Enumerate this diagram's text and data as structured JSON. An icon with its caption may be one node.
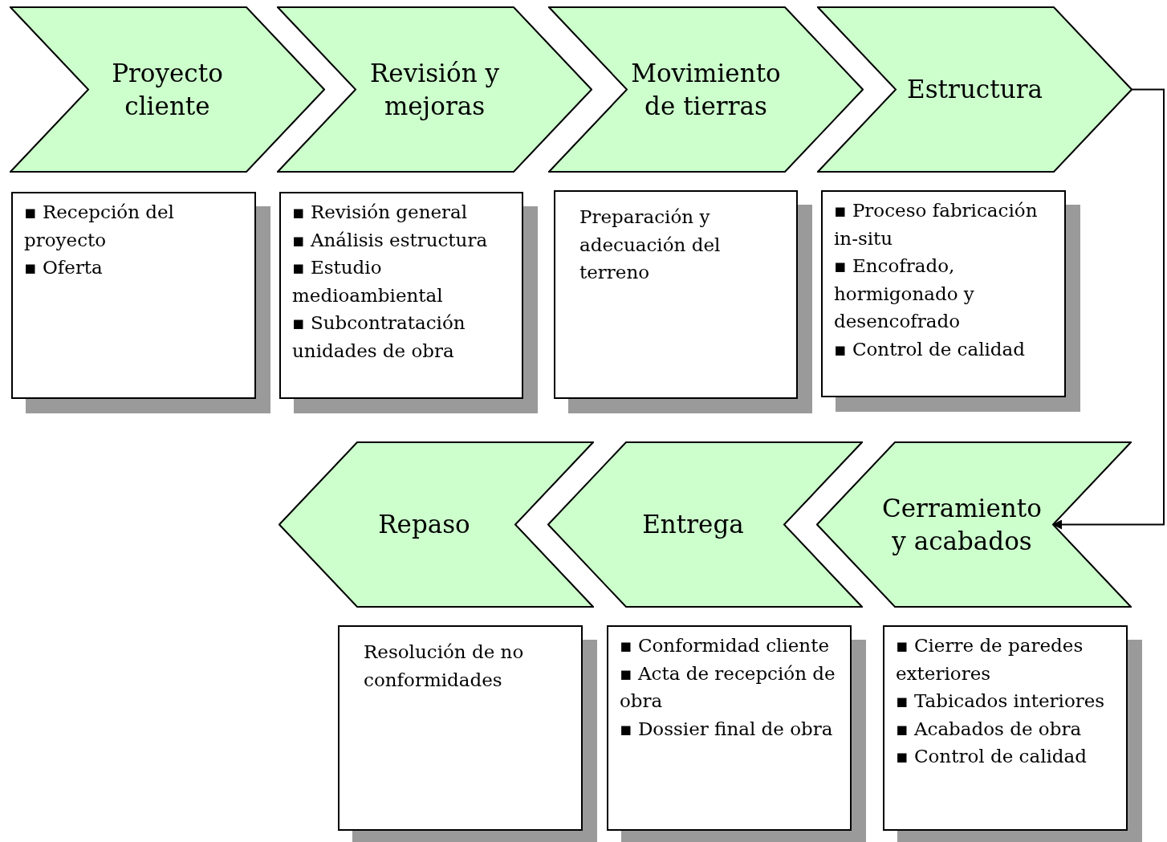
{
  "diagram": {
    "nodes": [
      {
        "text": [
          "Proyecto cliente"
        ]
      },
      {
        "text": [
          "Revisión y mejoras"
        ]
      },
      {
        "text": [
          "Movimiento de tierras"
        ]
      },
      {
        "text": [
          "Estructura"
        ]
      },
      {
        "text": [
          "▪ Recepción del proyecto",
          "▪ Oferta"
        ]
      },
      {
        "text": [
          "▪ Revisión general",
          "▪ Análisis estructura",
          "▪ Estudio medioambiental",
          "▪ Subcontratación unidades de obra"
        ]
      },
      {
        "text": [
          "Preparación y adecuación del terreno"
        ]
      },
      {
        "text": [
          "▪ Proceso fabricación in-situ",
          "▪ Encofrado, hormigonado y desencofrado",
          "▪ Control de calidad"
        ]
      },
      {
        "text": [
          "Repaso"
        ]
      },
      {
        "text": [
          "Entrega"
        ]
      },
      {
        "text": [
          "Cerramiento y acabados"
        ]
      },
      {
        "text": [
          "Resolución de no conformidades"
        ]
      },
      {
        "text": [
          "▪ Conformidad cliente",
          "▪ Acta de recepción de obra",
          "▪ Dossier final de obra"
        ]
      },
      {
        "text": [
          "▪ Cierre de paredes exteriores",
          "▪ Tabicados interiores",
          "▪ Acabados de obra",
          "▪ Control de calidad"
        ]
      }
    ],
    "edges": [
      {
        "from": 3,
        "to": 10,
        "arrow": "to"
      }
    ]
  }
}
